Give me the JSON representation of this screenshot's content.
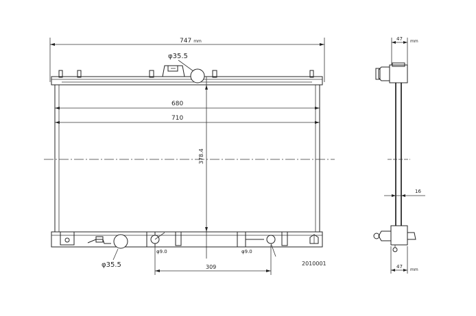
{
  "diagram": {
    "front_view": {
      "overall_width": "747",
      "overall_width_unit": "mm",
      "top_inlet_dia": "φ35.5",
      "core_width_1": "680",
      "core_width_2": "710",
      "core_height": "378.4",
      "bottom_outlet_dia": "φ35.5",
      "bottom_span": "309",
      "fitting_dia_1": "φ9.0",
      "fitting_dia_2": "φ9.0"
    },
    "side_view": {
      "top_dim": "47",
      "top_dim_unit": "mm",
      "core_thickness": "16",
      "bottom_dim": "47",
      "bottom_dim_unit": "mm"
    },
    "part_number": "2010001"
  },
  "colors": {
    "line": "#222222",
    "background": "#ffffff"
  }
}
